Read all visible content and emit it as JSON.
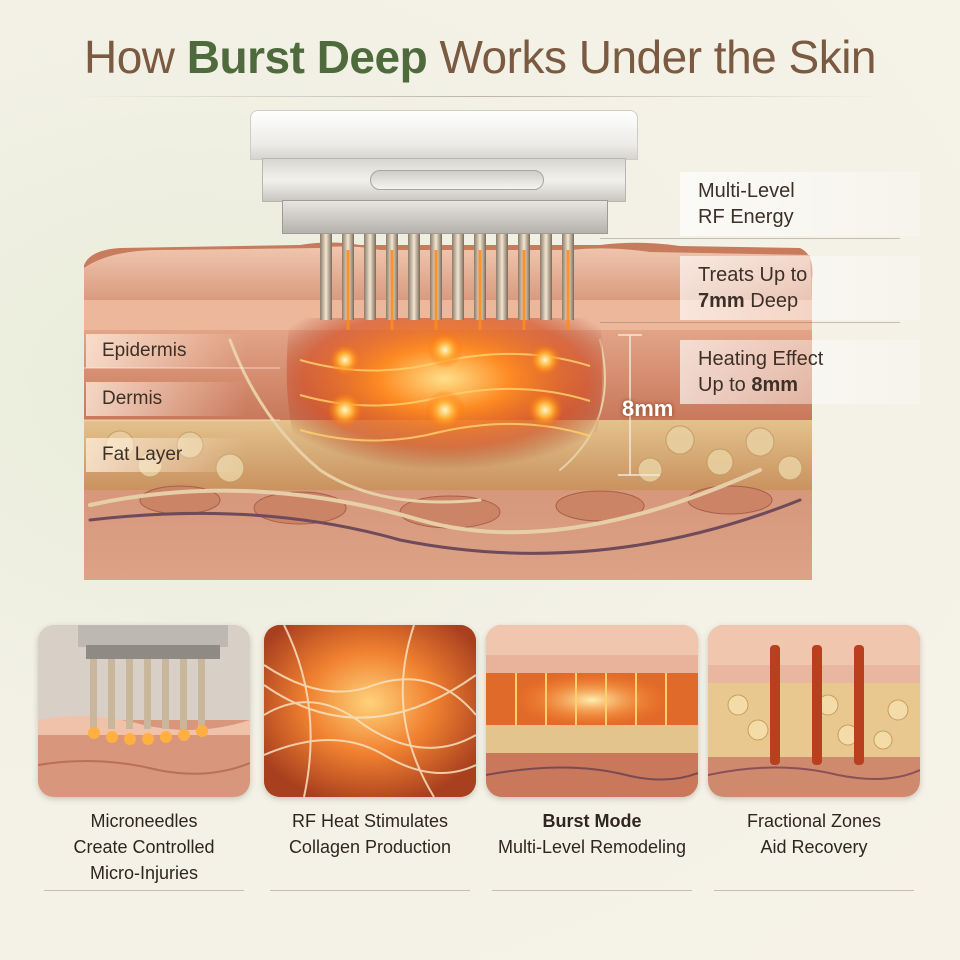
{
  "title": {
    "prefix": "How ",
    "brand": "Burst Deep",
    "suffix": " Works Under the Skin"
  },
  "callouts": {
    "rf_energy": {
      "line1": "Multi-Level",
      "line2": "RF Energy"
    },
    "treats": {
      "line1": "Treats Up to",
      "value": "7mm",
      "line2_suffix": " Deep"
    },
    "heating": {
      "line1": "Heating Effect",
      "line2_prefix": "Up to ",
      "value": "8mm"
    }
  },
  "layers": {
    "epidermis": "Epidermis",
    "dermis": "Dermis",
    "fat": "Fat Layer"
  },
  "depth_marker": "8mm",
  "cards": [
    {
      "lines": [
        "Microneedles",
        "Create Controlled",
        "Micro-Injuries"
      ]
    },
    {
      "lines": [
        "RF Heat Stimulates",
        "Collagen Production"
      ]
    },
    {
      "bold": "Burst Mode",
      "lines": [
        "Multi-Level Remodeling"
      ]
    },
    {
      "lines": [
        "Fractional Zones",
        "Aid Recovery"
      ]
    }
  ],
  "colors": {
    "brand_green": "#4f6b3d",
    "title_brown": "#7a5a40",
    "heat_orange": "#ff7a1a",
    "skin_pink": "#e9b8a0"
  }
}
